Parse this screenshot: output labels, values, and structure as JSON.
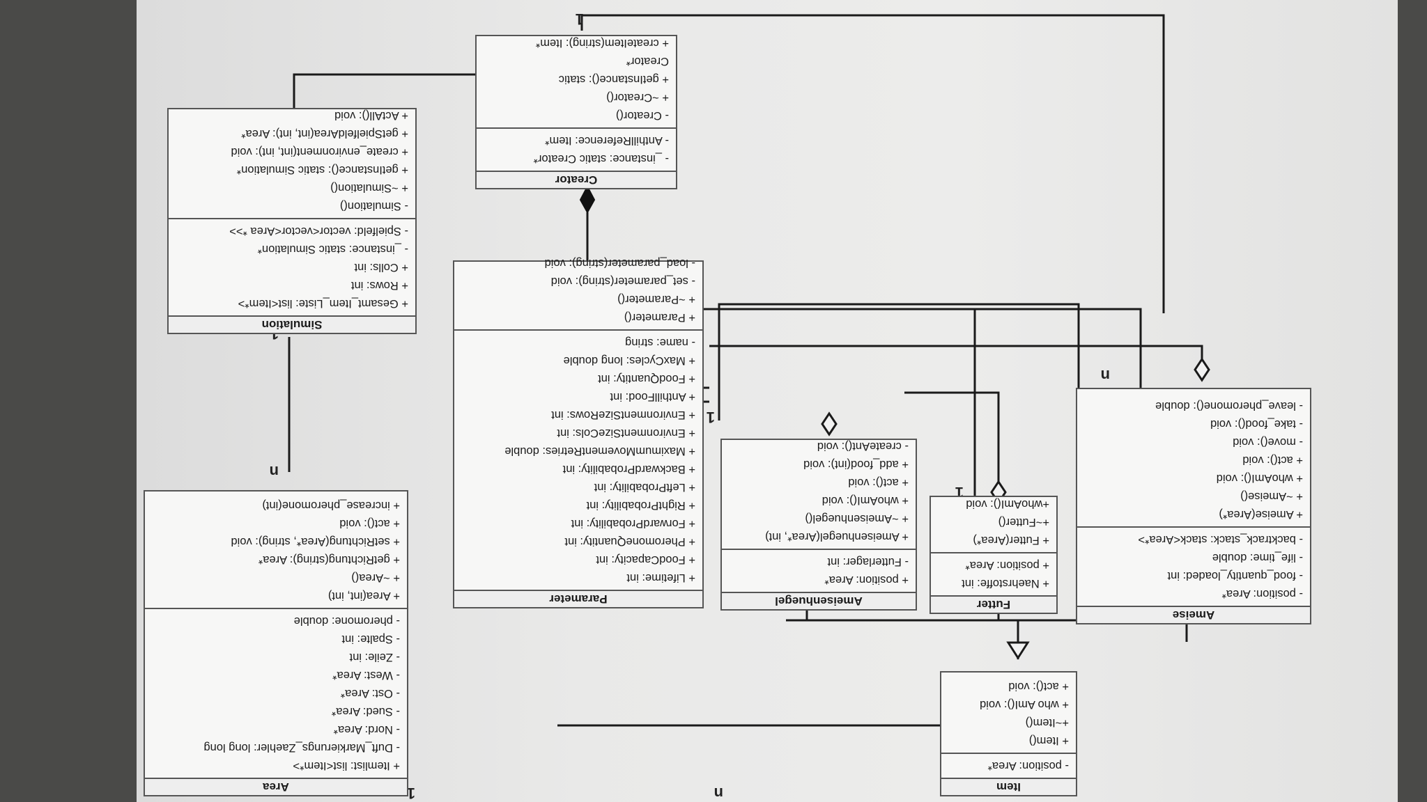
{
  "classes": {
    "area": {
      "name": "Area",
      "attributes": [
        "+ Itemlist: list<Item*>",
        "- Duft_Markierungs_Zaehler: long long",
        "- Nord: Area*",
        "- Sued: Area*",
        "- Ost: Area*",
        "- West: Area*",
        "- Zeile: int",
        "- Spalte: int",
        "- pheromone: double"
      ],
      "methods": [
        "+ Area(int, int)",
        "+ ~Area()",
        "+ getRichtung(string): Area*",
        "+ setRichtung(Area*, string): void",
        "+ act(): void",
        "+ increase_pheromone(int)"
      ]
    },
    "item": {
      "name": "Item",
      "attributes": [
        "- position: Area*"
      ],
      "methods": [
        "+ Item()",
        "+~Item()",
        "+ who AmI(): void",
        "+ act(): void"
      ]
    },
    "simulation": {
      "name": "Simulation",
      "attributes": [
        "+ Gesamt_Item_Liste: list<Item*>",
        "+ Rows: int",
        "+ Colls: int",
        "- _instance: static Simulation*",
        "- Spielfeld: vector<vector<Area *>>"
      ],
      "methods": [
        "- Simulation()",
        "+ ~Simulation()",
        "+ getInstance(): static Simulation*",
        "+ create_environment(int, int): void",
        "+ getSpielfeldArea(int, int): Area*",
        "+ ActAll(): void"
      ]
    },
    "parameter": {
      "name": "Parameter",
      "attributes": [
        "+ Lifetime: int",
        "+ FoodCapacity: int",
        "+ PheromoneQuantity: int",
        "+ ForwardProbability: int",
        "+ RightProbability: int",
        "+ LeftProbability: int",
        "+ BackwardProbability: int",
        "+ MaximumMovementRetries: double",
        "+ EnvironmentSizeCols: int",
        "+ EnvironmentSizeRows: int",
        "+ AnthillFood: int",
        "+ FoodQuantity: int",
        "+ MaxCycles: long double",
        "- name: string"
      ],
      "methods": [
        "+ Parameter()",
        "+ ~Parameter()",
        "- set_parameter(string): void",
        "- load_parameter(string): void"
      ]
    },
    "creator": {
      "name": "Creator",
      "attributes": [
        "- _instance: static Creator*",
        "- AnthillReference: Item*"
      ],
      "methods": [
        "- Creator()",
        "+ ~Creator()",
        "+ getInstance(): static",
        "Creator*",
        "+ createItem(string): Item*"
      ]
    },
    "ameisenhuegel": {
      "name": "Ameisenhuegel",
      "attributes": [
        "+ position: Area*",
        "- Futterlager: int"
      ],
      "methods": [
        "+ Ameisenhuegel(Area*, int)",
        "+ ~Ameisenhuegel()",
        "+ whoAmI(): void",
        "+ act(): void",
        "+ add_food(int): void",
        "- createAnt(): void"
      ]
    },
    "futter": {
      "name": "Futter",
      "attributes": [
        "+ Naehrstoffe: int",
        "+ position: Area*"
      ],
      "methods": [
        "+ Futter(Area*)",
        "+~Futter()",
        "+whoAmI(): void"
      ]
    },
    "ameise": {
      "name": "Ameise",
      "attributes": [
        "- position: Area*",
        "- food_quantity_loaded: int",
        "- life_time: double",
        "- backtrack_stack: stack<Area*>"
      ],
      "methods": [
        "+ Ameise(Area*)",
        "+ ~Ameise()",
        "+ whoAmI(): void",
        "+ act(): void",
        "- move(): void",
        "- take_food(): void",
        "- leave_pheromone(): double"
      ]
    }
  },
  "multiplicities": {
    "area_item": "1",
    "item_area": "n",
    "simulation_area": "n",
    "area_simulation": "1",
    "hill_ant": "1",
    "ant_count": "n",
    "creator_item": "1",
    "food": "1"
  }
}
